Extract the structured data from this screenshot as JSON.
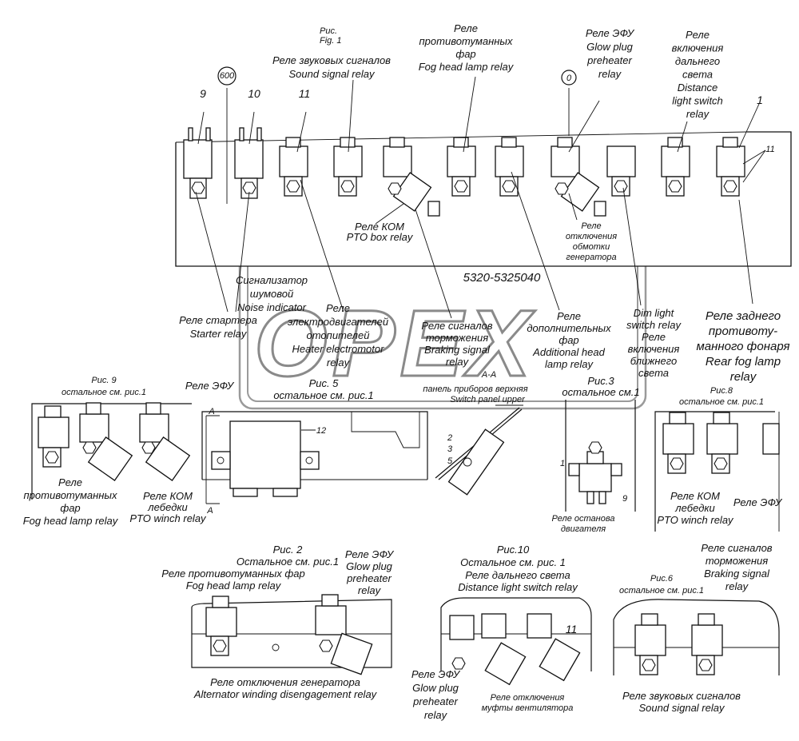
{
  "figure_labels": {
    "fig1": "Рис.\nFig. 1",
    "fig5": "Рис. 5\nостальное см. рис.1",
    "fig9": "Рис. 9\nостальное см. рис.1",
    "fig3": "Рис.3\nостальное см.1",
    "fig8": "Рис.8\nостальное см. рис.1",
    "fig2": "Рис. 2\nОстальное см. рис.1",
    "fig10": "Рис.10\nОстальное см. рис. 1",
    "fig6": "Рис.6\nостальное см. рис.1"
  },
  "main_labels": {
    "sound_signal": "Реле звуковых сигналов\nSound signal relay",
    "fog_head": "Реле\nпротивотуманных\nфар\nFog head lamp relay",
    "glow_plug": "Реле ЭФУ\nGlow plug\npreheater\nrelay",
    "distance_light": "Реле\nвключения\nдальнего\nсвета\nDistance\nlight switch\nrelay",
    "pto_box": "Реле КОМ\nPTO box relay",
    "alternator_off": "Реле\nотключения\nобмотки\nгенератора",
    "model_code": "5320-5325040",
    "noise_indicator": "Сигнализатор\nшумовой\nNoise indicator",
    "starter": "Реле стартера\nStarter relay",
    "heater_motor": "Реле\nэлектродвигателей\nотопителей\nHeater electromotor\nrelay",
    "braking_signal": "Реле сигналов\nторможения\nBraking signal\nrelay",
    "additional_head": "Реле\nдополнительных\nфар\nAdditional head\nlamp relay",
    "dim_light": "Dim light\nswitch relay\nРеле\nвключения\nближнего\nсвета",
    "rear_fog": "Реле заднего\nпротивоту-\nманного фонаря\nRear fog lamp\nrelay"
  },
  "callouts": {
    "n9": "9",
    "n10": "10",
    "n11": "11",
    "n1": "1",
    "n11b": "11",
    "n600": "600",
    "n0": "0",
    "n12": "12",
    "n2": "2",
    "n3": "3",
    "n5": "5",
    "n1b": "1",
    "n9b": "9",
    "n11c": "11",
    "a_top": "А",
    "a_bottom": "А"
  },
  "section_aa": {
    "title": "А-А",
    "panel_ru": "панель приборов верхняя",
    "panel_en": "Switch panel upper"
  },
  "fig9_labels": {
    "glow": "Реле ЭФУ",
    "fog": "Реле\nпротивотуманных\nфар\nFog head lamp relay",
    "pto_winch": "Реле КОМ\nлебедки\nPTO winch relay"
  },
  "fig3_labels": {
    "engine_stop": "Реле останова\nдвигателя"
  },
  "fig8_labels": {
    "pto_winch": "Реле КОМ\nлебедки\nPTO winch relay",
    "glow": "Реле ЭФУ"
  },
  "fig2_labels": {
    "fog": "Реле противотуманных фар\nFog head lamp relay",
    "glow": "Реле ЭФУ\nGlow plug\npreheater\nrelay",
    "alternator": "Реле отключения генератора\nAlternator winding disengagement relay"
  },
  "fig10_labels": {
    "distance": "Реле дальнего света\nDistance  light switch relay",
    "glow": "Реле ЭФУ\nGlow plug\npreheater\nrelay",
    "fan_clutch": "Реле отключения\nмуфты вентилятора"
  },
  "fig6_labels": {
    "braking": "Реле сигналов\nторможения\nBraking signal\nrelay",
    "sound": "Реле звуковых сигналов\nSound signal relay"
  },
  "watermark": "OPEX"
}
